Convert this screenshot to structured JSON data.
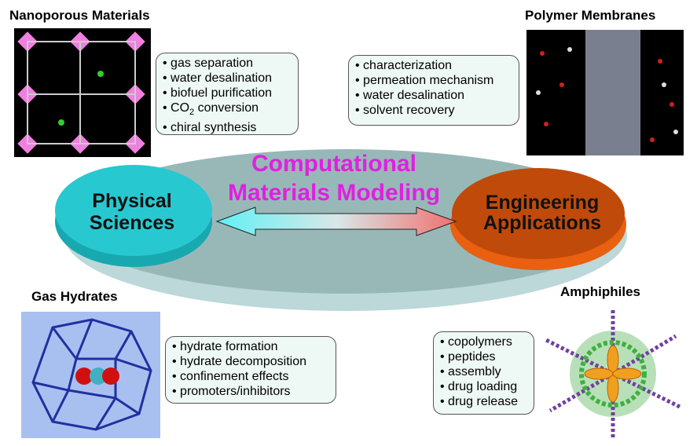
{
  "center": {
    "title_line1": "Computational",
    "title_line2": "Materials Modeling",
    "left_disc": [
      "Physical",
      "Sciences"
    ],
    "right_disc": [
      "Engineering",
      "Applications"
    ]
  },
  "nanoporous": {
    "label": "Nanoporous Materials",
    "items": [
      "gas separation",
      "water desalination",
      "biofuel purification",
      "CO2 conversion",
      "chiral synthesis"
    ]
  },
  "polymer": {
    "label": "Polymer Membranes",
    "items": [
      "characterization",
      "permeation mechanism",
      "water desalination",
      "solvent recovery"
    ]
  },
  "hydrates": {
    "label": "Gas Hydrates",
    "items": [
      "hydrate formation",
      "hydrate decomposition",
      "confinement effects",
      "promoters/inhibitors"
    ]
  },
  "amphiphiles": {
    "label": "Amphiphiles",
    "items": [
      "copolymers",
      "peptides",
      "assembly",
      "drug loading",
      "drug release"
    ]
  },
  "colors": {
    "title": "#e020e0",
    "left": "#20c0c8",
    "right": "#c84a08",
    "platform": "#9dbdbd"
  }
}
